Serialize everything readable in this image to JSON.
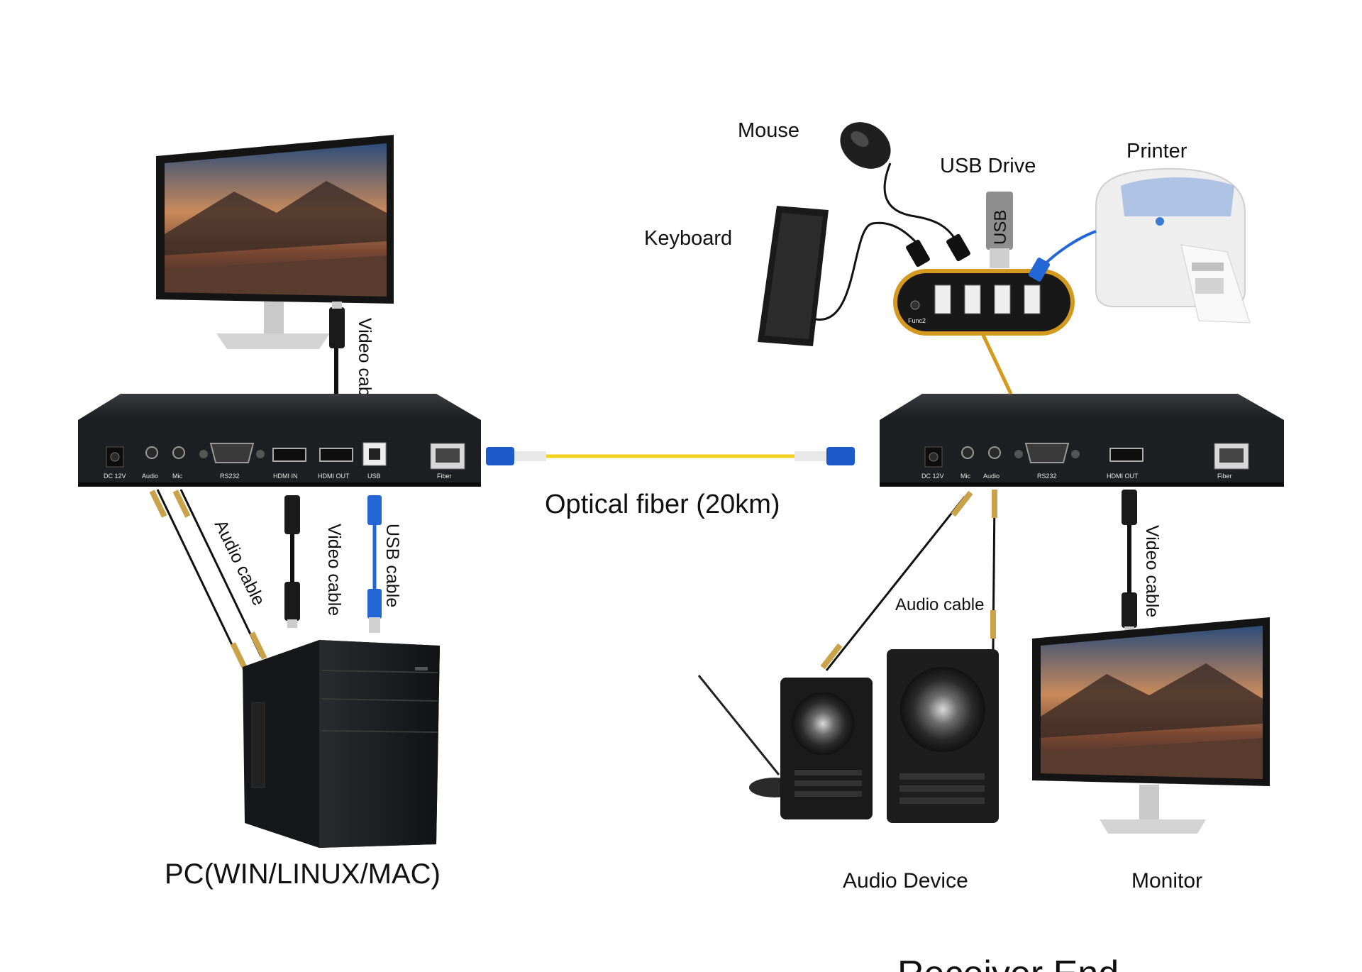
{
  "labels": {
    "mouse": "Mouse",
    "usb_drive": "USB Drive",
    "printer": "Printer",
    "keyboard": "Keyboard",
    "usb_stick": "USB",
    "video_cable_top": "Video cable",
    "optical_fiber": "Optical fiber (20km)",
    "audio_cable_left": "Audio cable",
    "video_cable_left": "Video cable",
    "usb_cable": "USB cable",
    "audio_cable_right": "Audio cable",
    "video_cable_right": "Video cable",
    "pc": "PC(WIN/LINUX/MAC)",
    "audio_device": "Audio Device",
    "monitor": "Monitor",
    "receiver_end": "Receiver End"
  },
  "transmitter_ports": [
    "DC 12V",
    "Audio",
    "Mic",
    "RS232",
    "HDMI IN",
    "HDMI OUT",
    "USB",
    "Fiber"
  ],
  "receiver_ports": [
    "DC 12V",
    "Mic",
    "Audio",
    "RS232",
    "HDMI OUT",
    "Fiber"
  ],
  "hub_labels": [
    "Func2"
  ],
  "colors": {
    "device_body": "#1e1f22",
    "fiber": "#f2d21f",
    "connector_blue": "#1c59c9",
    "hub_ring": "#d49a1f",
    "usb_cable": "#2366d6"
  }
}
